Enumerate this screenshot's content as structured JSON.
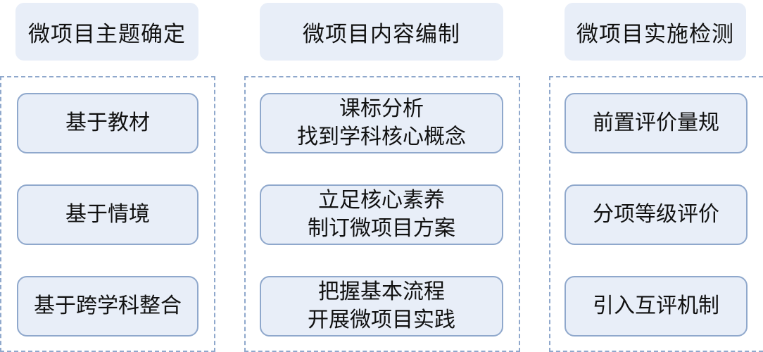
{
  "columns": [
    {
      "header": "微项目主题确定",
      "items": [
        {
          "lines": [
            "基于教材"
          ]
        },
        {
          "lines": [
            "基于情境"
          ]
        },
        {
          "lines": [
            "基于跨学科整合"
          ]
        }
      ]
    },
    {
      "header": "微项目内容编制",
      "items": [
        {
          "lines": [
            "课标分析",
            "找到学科核心概念"
          ]
        },
        {
          "lines": [
            "立足核心素养",
            "制订微项目方案"
          ]
        },
        {
          "lines": [
            "把握基本流程",
            "开展微项目实践"
          ]
        }
      ]
    },
    {
      "header": "微项目实施检测",
      "items": [
        {
          "lines": [
            "前置评价量规"
          ]
        },
        {
          "lines": [
            "分项等级评价"
          ]
        },
        {
          "lines": [
            "引入互评机制"
          ]
        }
      ]
    }
  ],
  "colors": {
    "box_fill": "#e8eef8",
    "box_border": "#8fa8cc",
    "dashed_border": "#8fa8cc"
  }
}
